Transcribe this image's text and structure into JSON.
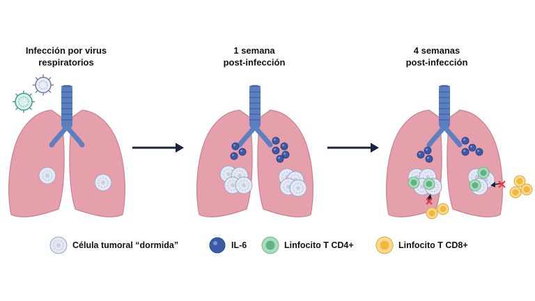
{
  "stages": [
    {
      "title": "Infección por virus\nrespiratorios"
    },
    {
      "title": "1 semana\npost-infección"
    },
    {
      "title": "4 semanas\npost-infección"
    }
  ],
  "legend": [
    {
      "label": "Célula tumoral “dormida”",
      "icon": "dormant-tumor-cell-icon"
    },
    {
      "label": "IL-6",
      "icon": "il6-molecule-icon"
    },
    {
      "label": "Linfocito T CD4+",
      "icon": "cd4-t-cell-icon"
    },
    {
      "label": "Linfocito T CD8+",
      "icon": "cd8-t-cell-icon"
    }
  ],
  "colors": {
    "lung": "#e6a0ac",
    "lung_stroke": "#c7808e",
    "trachea": "#5c7fbf",
    "il6": "#3b5aa8",
    "cd4": "#7ec89b",
    "cd8": "#f3c453",
    "arrow": "#1b2340",
    "block": "#e23b3b"
  }
}
